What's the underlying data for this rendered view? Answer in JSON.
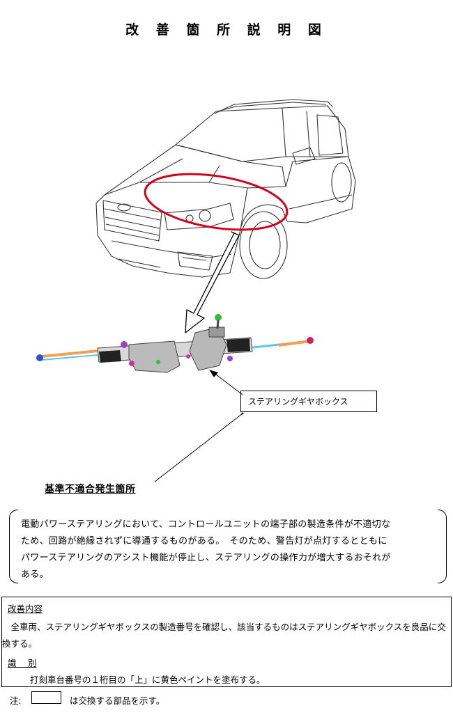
{
  "title": "改 善 箇 所 説 明 図",
  "illustration": {
    "subject": "vehicle-with-steering-gearbox",
    "highlight_color": "#d0021b"
  },
  "callout": {
    "part_label": "ステアリングギヤボックス",
    "nonconformity_heading": "基準不適合発生箇所"
  },
  "description": {
    "lines": [
      "電動パワーステアリングにおいて、コントロールユニットの端子部の製造条件が不適切な",
      "ため、回路が絶縁されずに導通するものがある。　そのため、警告灯が点灯するとともに",
      "パワーステアリングのアシスト機能が停止し、ステアリングの操作力が増大するおそれが",
      "ある。"
    ]
  },
  "improvement": {
    "heading": "改善内容",
    "body": "　全車両、ステアリングギヤボックスの製造番号を確認し、該当するものはステアリングギヤボックスを良品に交換する。",
    "id_heading": "識　 別",
    "id_body": "打刻車台番号の１桁目の「上」に黄色ペイントを塗布する。"
  },
  "note": {
    "prefix": "注:",
    "text": "は交換する部品を示す。"
  }
}
